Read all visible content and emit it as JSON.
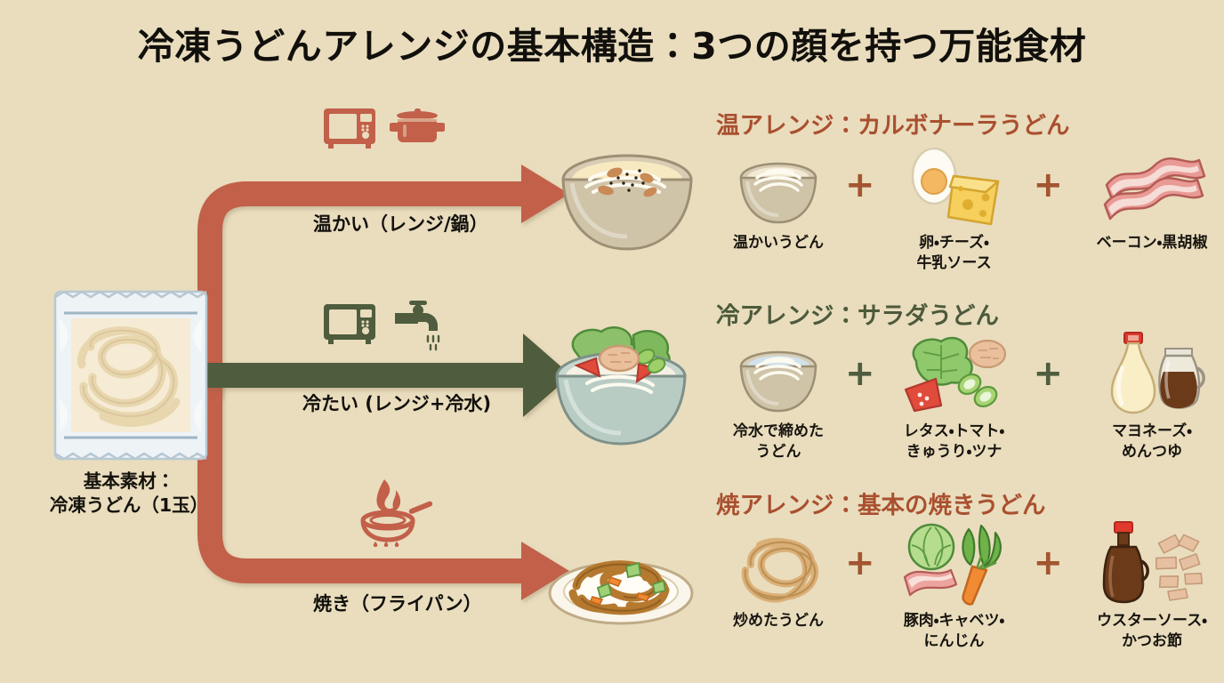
{
  "page": {
    "title": "冷凍うどんアレンジの基本構造：3つの顔を持つ万能食材",
    "background_color": "#e9ddbe"
  },
  "colors": {
    "terracotta": "#c2604a",
    "olive": "#4f5c3e",
    "heading_warm": "#a9502f",
    "heading_cold": "#4c5a3b",
    "text": "#12100c"
  },
  "source": {
    "icon": "frozen-udon-package-icon",
    "caption_line1": "基本素材：",
    "caption_line2": "冷凍うどん（1玉）"
  },
  "flows": [
    {
      "id": "warm",
      "label": "温かい（レンジ/鍋）",
      "color": "#c2604a",
      "method_icons": [
        "microwave-icon",
        "pot-icon"
      ]
    },
    {
      "id": "cold",
      "label": "冷たい (レンジ+冷水)",
      "color": "#4f5c3e",
      "method_icons": [
        "microwave-icon",
        "faucet-icon"
      ]
    },
    {
      "id": "grill",
      "label": "焼き（フライパン）",
      "color": "#c2604a",
      "method_icons": [
        "frying-pan-flame-icon"
      ]
    }
  ],
  "rows": [
    {
      "id": "warm",
      "heading": "温アレンジ：カルボナーラうどん",
      "dish_icon": "carbonara-udon-bowl-icon",
      "plus_color": "#a2552f",
      "ingredients": [
        {
          "icon": "hot-udon-bowl-icon",
          "label": "温かいうどん"
        },
        {
          "icon": "egg-cheese-icon",
          "label": "卵・チーズ・\n牛乳ソース"
        },
        {
          "icon": "bacon-icon",
          "label": "ベーコン・黒胡椒"
        }
      ]
    },
    {
      "id": "cold",
      "heading": "冷アレンジ：サラダうどん",
      "dish_icon": "salad-udon-bowl-icon",
      "plus_color": "#4f5c3e",
      "ingredients": [
        {
          "icon": "chilled-udon-bowl-icon",
          "label": "冷水で締めた\nうどん"
        },
        {
          "icon": "lettuce-tomato-cucumber-tuna-icon",
          "label": "レタス・トマト・\nきゅうり・ツナ"
        },
        {
          "icon": "mayonnaise-mentsuyu-icon",
          "label": "マヨネーズ・\nめんつゆ"
        }
      ]
    },
    {
      "id": "grill",
      "heading": "焼アレンジ：基本の焼きうどん",
      "dish_icon": "yaki-udon-plate-icon",
      "plus_color": "#a2552f",
      "ingredients": [
        {
          "icon": "stir-fried-udon-icon",
          "label": "炒めたうどん"
        },
        {
          "icon": "pork-cabbage-carrot-icon",
          "label": "豚肉・キャベツ・\nにんじん"
        },
        {
          "icon": "worcester-sauce-katsuobushi-icon",
          "label": "ウスターソース・\nかつお節"
        }
      ]
    }
  ],
  "plus_symbol": "+"
}
